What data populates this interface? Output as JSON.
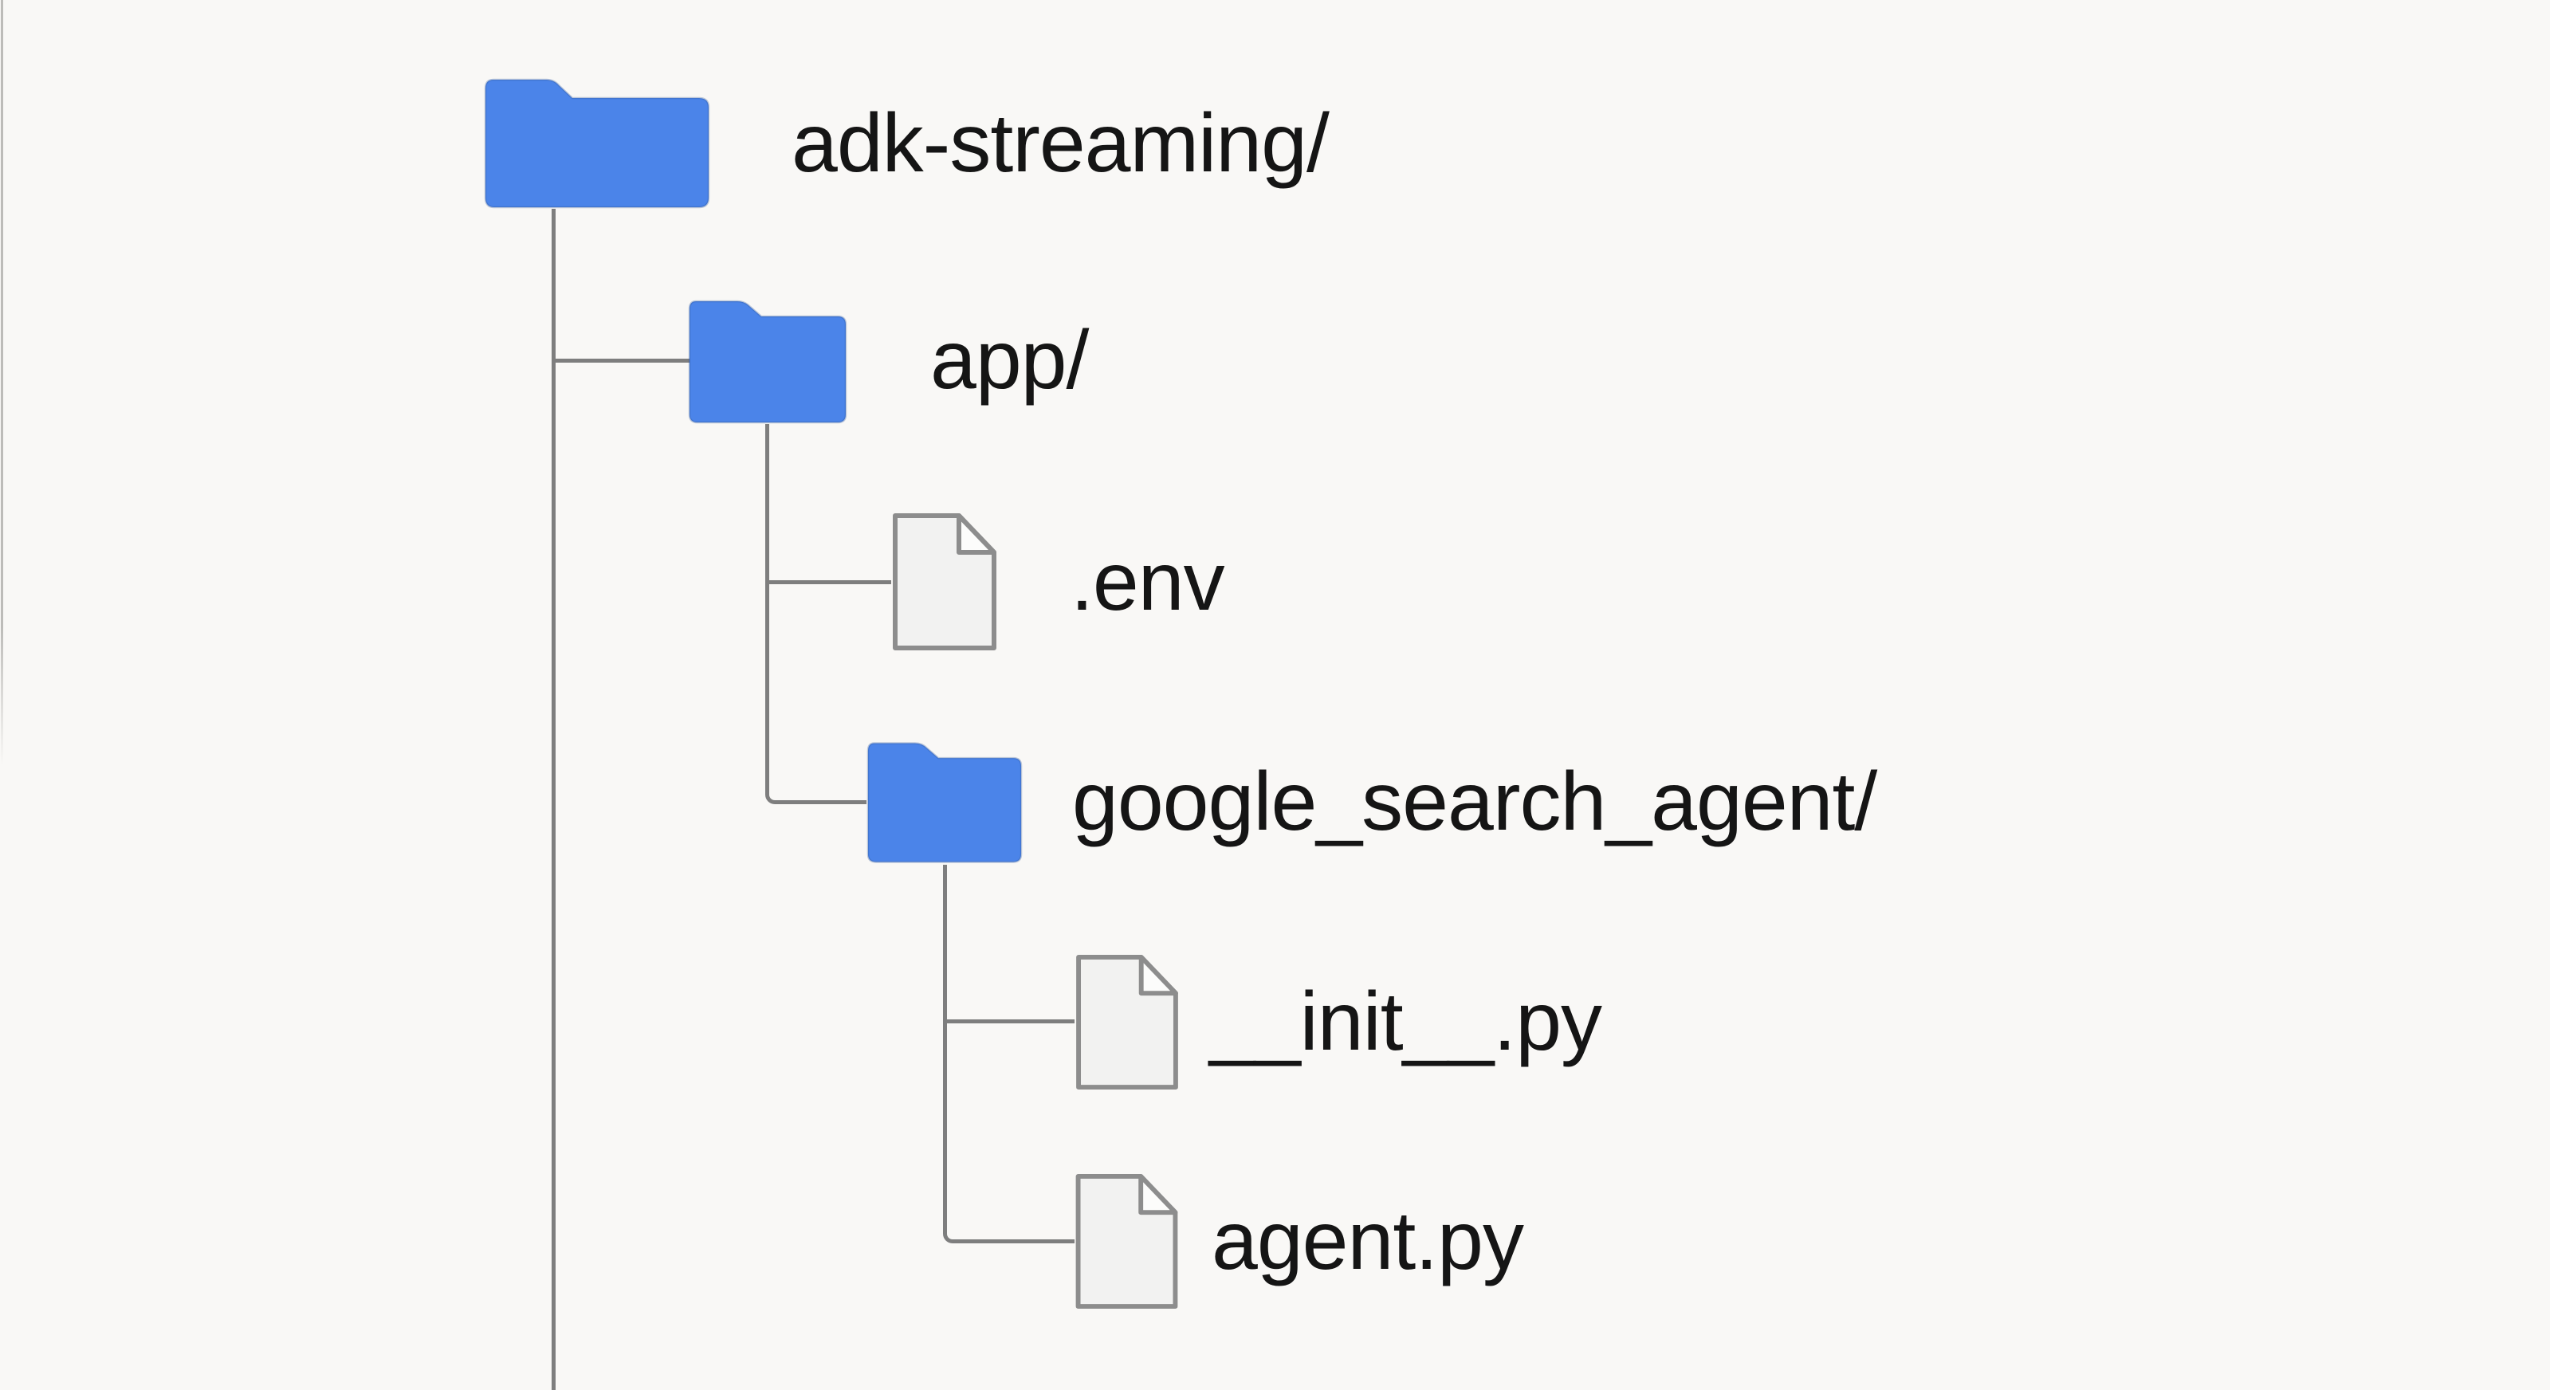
{
  "diagram_type": "file-tree",
  "colors": {
    "background": "#f9f8f6",
    "folder_blue": "#4b84e9",
    "file_fill": "#f2f2f1",
    "file_fold_fill": "#fcfcfb",
    "icon_border": "#8d8d8d",
    "line_color": "#7e7e7e",
    "edge_line": "#bdbcb9",
    "text_color": "#151515"
  },
  "tree": {
    "nodes": [
      {
        "label": "adk-streaming/",
        "type": "folder",
        "depth": 0,
        "parent": null
      },
      {
        "label": "app/",
        "type": "folder",
        "depth": 1,
        "parent": "adk-streaming/"
      },
      {
        "label": ".env",
        "type": "file",
        "depth": 2,
        "parent": "app/"
      },
      {
        "label": "google_search_agent/",
        "type": "folder",
        "depth": 2,
        "parent": "app/"
      },
      {
        "label": "__init__.py",
        "type": "file",
        "depth": 3,
        "parent": "google_search_agent/"
      },
      {
        "label": "agent.py",
        "type": "file",
        "depth": 3,
        "parent": "google_search_agent/"
      }
    ]
  }
}
